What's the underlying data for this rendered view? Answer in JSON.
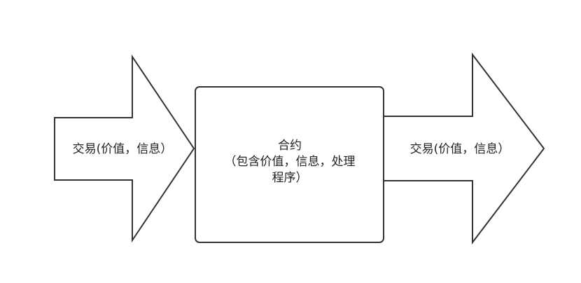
{
  "diagram": {
    "left_arrow": {
      "label": "交易(价值，信息）"
    },
    "contract_box": {
      "title": "合约",
      "detail_line1": "（包含价值，信息，处理",
      "detail_line2": "程序）"
    },
    "right_arrow": {
      "label": "交易(价值，信息）"
    }
  },
  "colors": {
    "stroke": "#333333",
    "fill": "#ffffff",
    "text": "#222222"
  }
}
